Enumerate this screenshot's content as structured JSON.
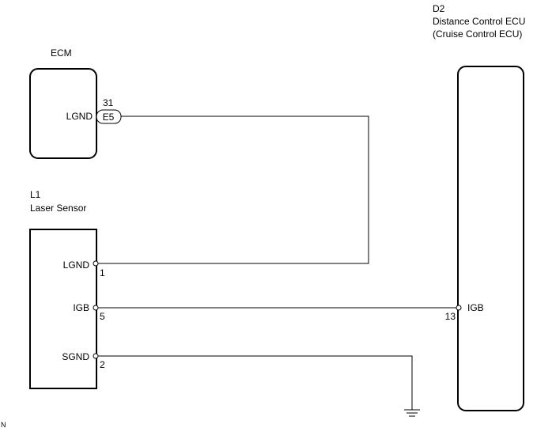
{
  "diagram": {
    "ecm": {
      "name": "ECM",
      "pin_label": "LGND",
      "pin_number": "31",
      "connector": "E5"
    },
    "laser_sensor": {
      "code": "L1",
      "name": "Laser Sensor",
      "pins": [
        {
          "label": "LGND",
          "number": "1"
        },
        {
          "label": "IGB",
          "number": "5"
        },
        {
          "label": "SGND",
          "number": "2"
        }
      ]
    },
    "distance_ecu": {
      "code": "D2",
      "name": "Distance Control ECU",
      "subname": "(Cruise Control ECU)",
      "pin_label": "IGB",
      "pin_number": "13"
    },
    "corner_mark": "N"
  }
}
